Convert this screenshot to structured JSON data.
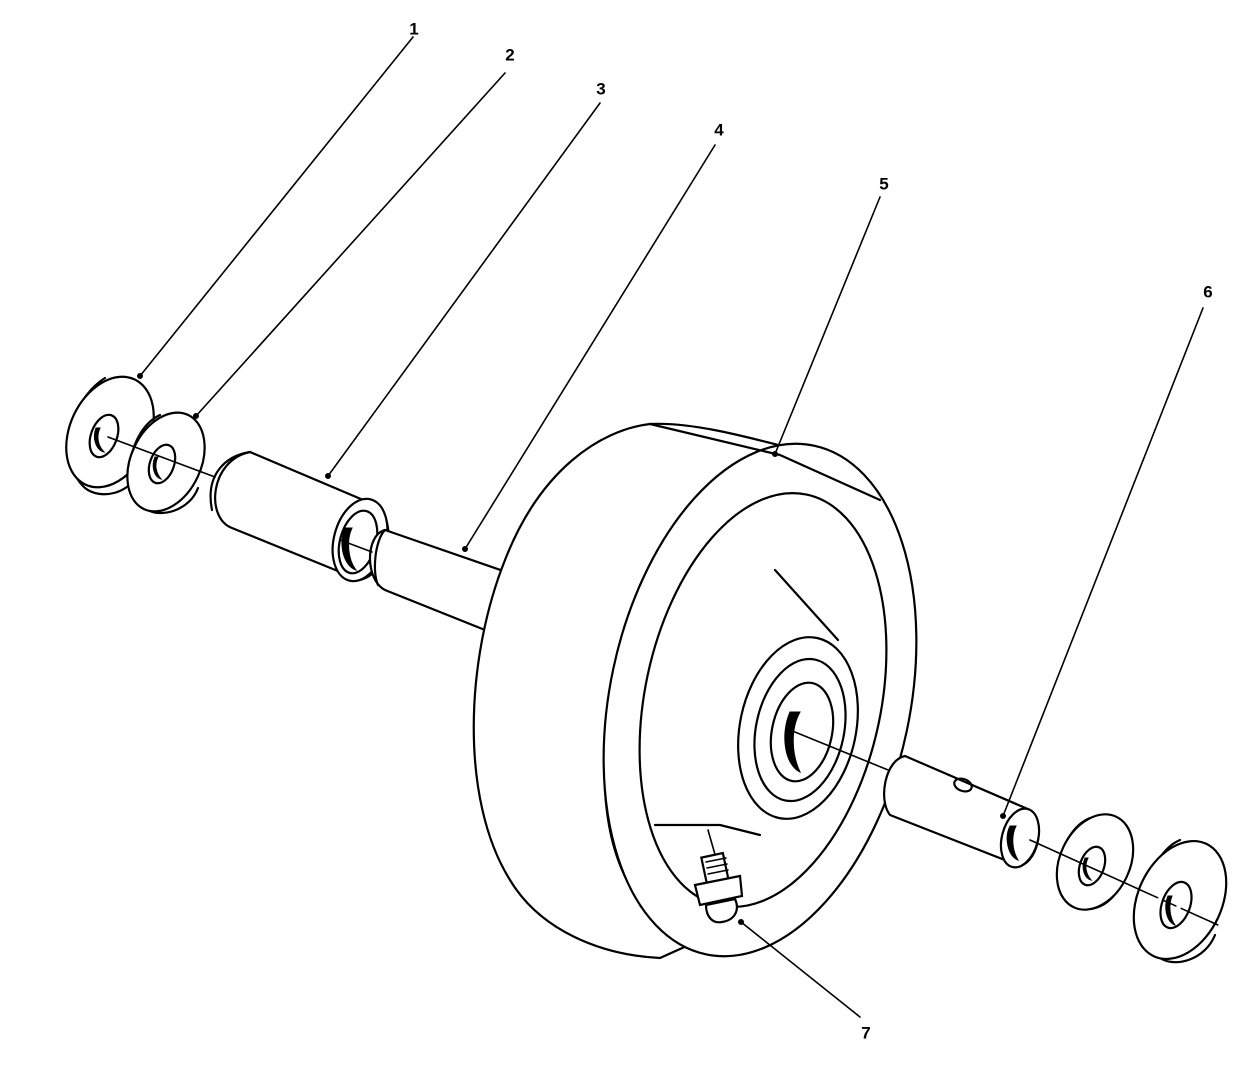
{
  "callouts": [
    {
      "id": "1",
      "label": "1"
    },
    {
      "id": "2",
      "label": "2"
    },
    {
      "id": "3",
      "label": "3"
    },
    {
      "id": "4",
      "label": "4"
    },
    {
      "id": "5",
      "label": "5"
    },
    {
      "id": "6",
      "label": "6"
    },
    {
      "id": "7",
      "label": "7"
    }
  ],
  "line_color": "#000000",
  "background": "#ffffff"
}
